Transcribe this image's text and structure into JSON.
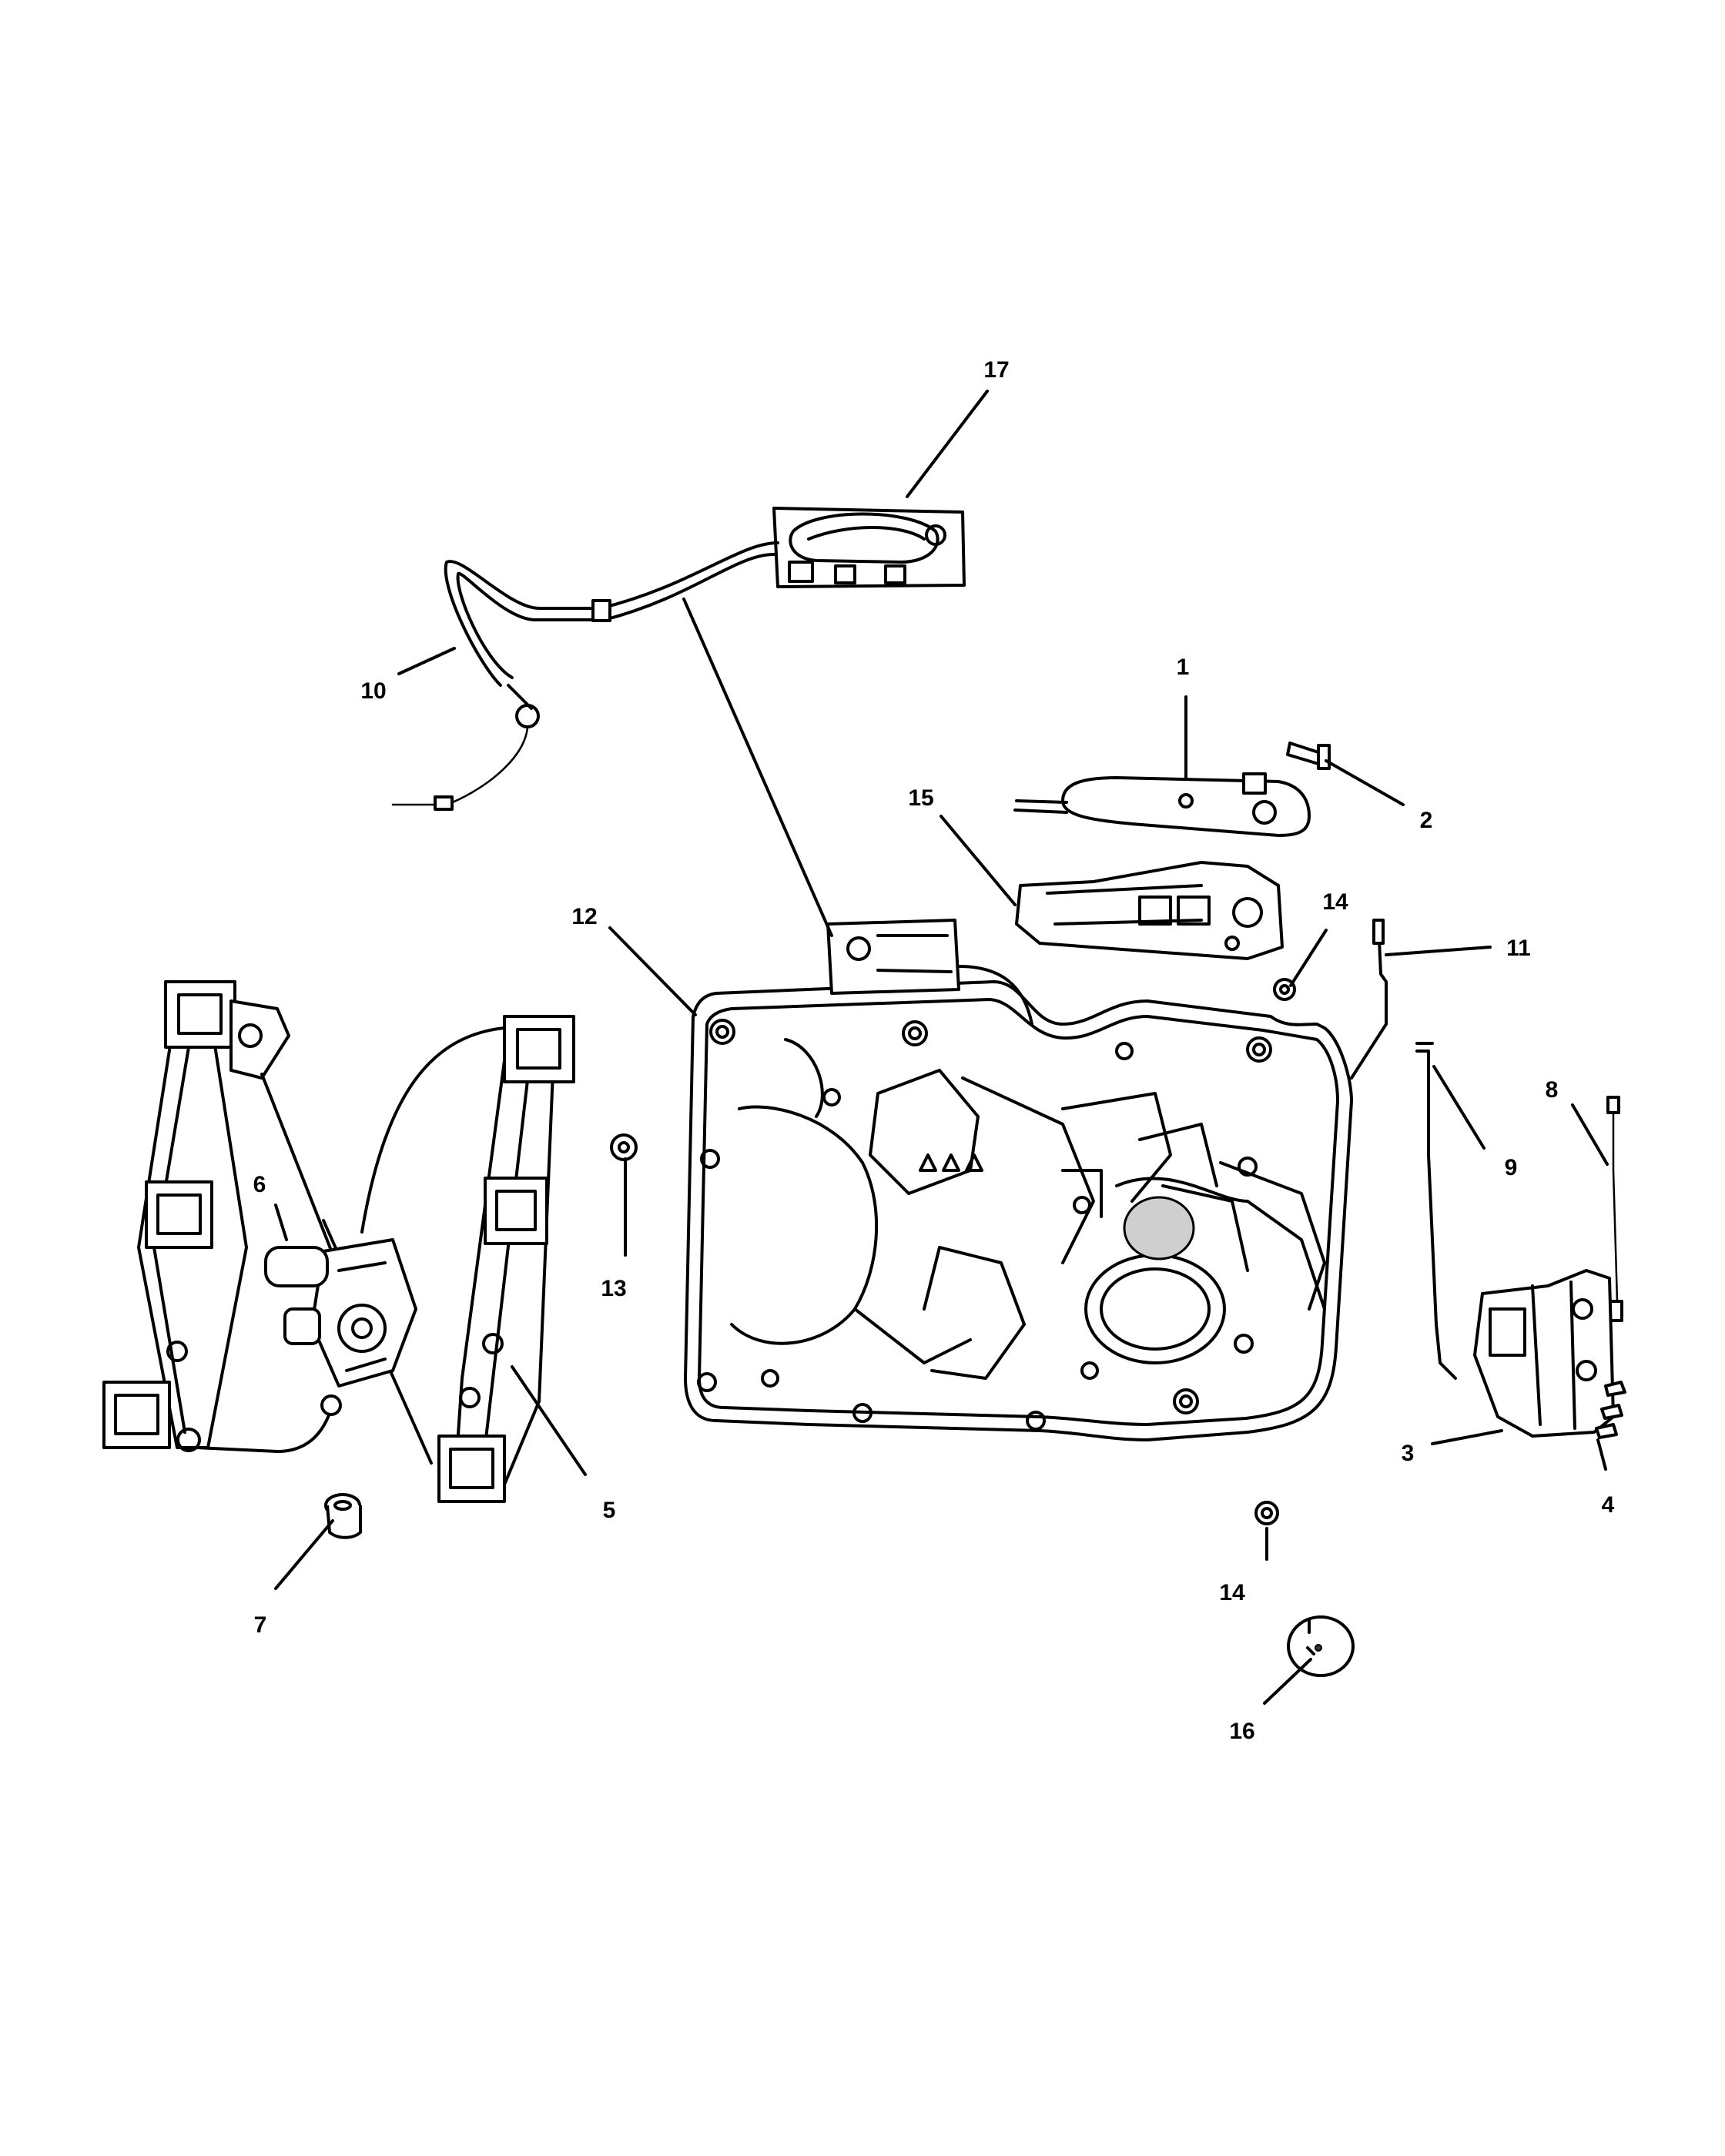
{
  "diagram": {
    "callouts": [
      {
        "id": "callout-1",
        "label": "1"
      },
      {
        "id": "callout-2",
        "label": "2"
      },
      {
        "id": "callout-3",
        "label": "3"
      },
      {
        "id": "callout-4",
        "label": "4"
      },
      {
        "id": "callout-5",
        "label": "5"
      },
      {
        "id": "callout-6",
        "label": "6"
      },
      {
        "id": "callout-7",
        "label": "7"
      },
      {
        "id": "callout-8",
        "label": "8"
      },
      {
        "id": "callout-9",
        "label": "9"
      },
      {
        "id": "callout-10",
        "label": "10"
      },
      {
        "id": "callout-11",
        "label": "11"
      },
      {
        "id": "callout-12",
        "label": "12"
      },
      {
        "id": "callout-13",
        "label": "13"
      },
      {
        "id": "callout-14a",
        "label": "14"
      },
      {
        "id": "callout-14b",
        "label": "14"
      },
      {
        "id": "callout-15",
        "label": "15"
      },
      {
        "id": "callout-16",
        "label": "16"
      },
      {
        "id": "callout-17",
        "label": "17"
      }
    ]
  }
}
